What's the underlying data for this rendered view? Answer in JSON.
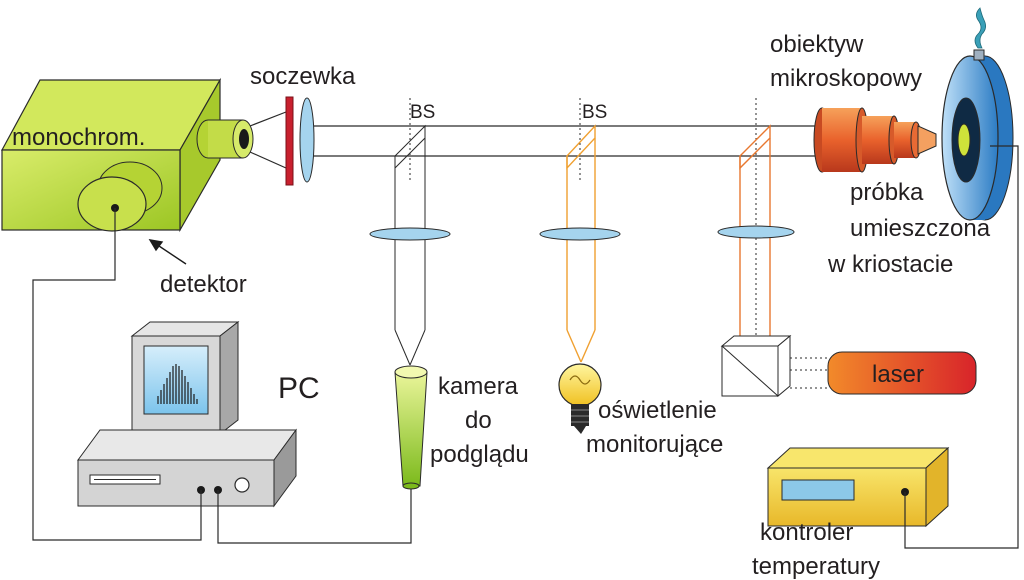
{
  "labels": {
    "monochromator": "monochrom.",
    "lens": "soczewka",
    "detector": "detektor",
    "bs1": "BS",
    "bs2": "BS",
    "objective_l1": "obiektyw",
    "objective_l2": "mikroskopowy",
    "sample_l1": "próbka",
    "sample_l2": "umieszczona",
    "sample_l3": "w kriostacie",
    "pc": "PC",
    "camera_l1": "kamera",
    "camera_l2": "do",
    "camera_l3": "podglądu",
    "lighting_l1": "oświetlenie",
    "lighting_l2": "monitorujące",
    "laser": "laser",
    "controller_l1": "kontroler",
    "controller_l2": "temperatury"
  },
  "colors": {
    "monochromator": "#b5d334",
    "lens": "#9fd0ec",
    "filter": "#c8202e",
    "objective": "#e4572e",
    "cryostat": "#3b8fd4",
    "laser": "#e8562a",
    "controller": "#f2d03b",
    "camera": "#a8d63a",
    "orange_beam": "#f0a030",
    "laser_beam": "#e87830"
  },
  "icons": [
    "arrow-icon",
    "lightbulb-icon",
    "smoke-icon"
  ]
}
